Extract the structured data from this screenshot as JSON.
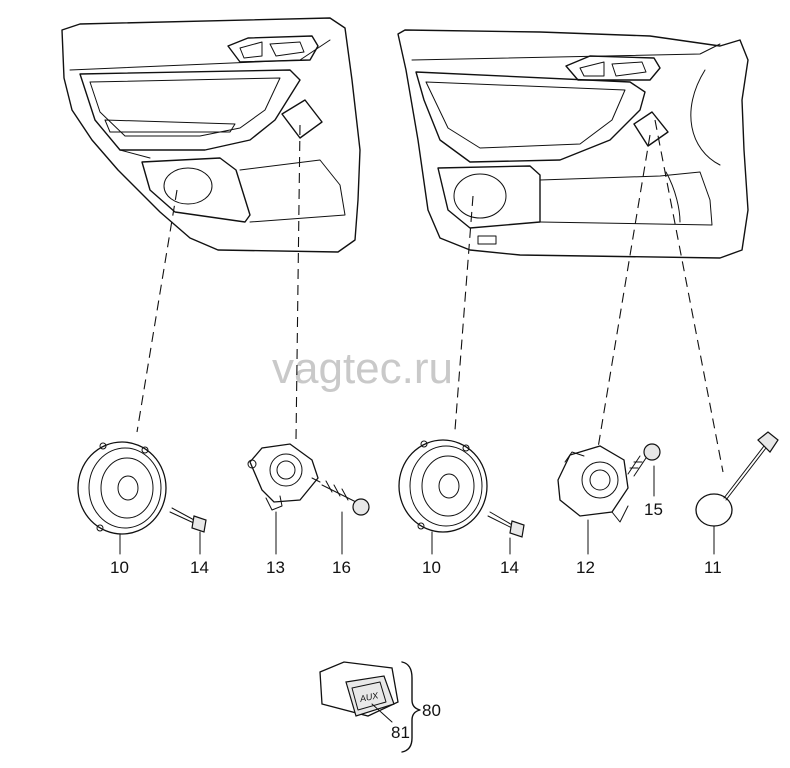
{
  "watermark": "vagtec.ru",
  "labels": {
    "spk_left": "10",
    "rivet_left": "14",
    "tweeter_left": "13",
    "screw_left": "16",
    "spk_right": "10",
    "rivet_right": "14",
    "tweeter_right": "12",
    "screw_right": "15",
    "sensor": "11",
    "socket_group": "80",
    "socket_cover": "81"
  },
  "aux_text": "AUX"
}
